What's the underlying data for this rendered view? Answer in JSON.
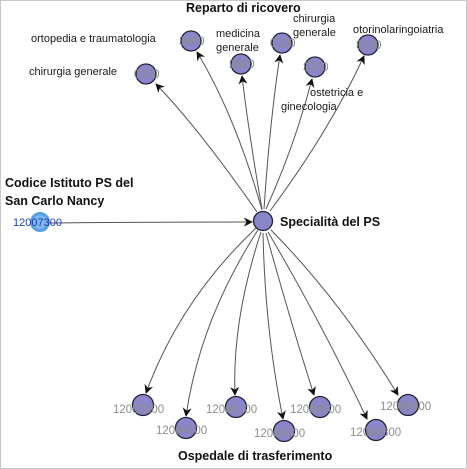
{
  "headers": {
    "top": "Reparto di ricovero",
    "source_line1": "Codice Istituto PS del",
    "source_line2": "San Carlo Nancy",
    "center": "Specialità del PS",
    "bottom": "Ospedale di trasferimento"
  },
  "source_code": "12007300",
  "wards": [
    {
      "label": "ortopedia e traumatologia",
      "code": "3600"
    },
    {
      "label": "chirurgia generale",
      "code": "0900"
    },
    {
      "label_line1": "medicina",
      "label_line2": "generale",
      "code": "2600"
    },
    {
      "label_line1": "chirurgia",
      "label_line2": "generale",
      "code": "0900"
    },
    {
      "label_line1": "ostetricia e",
      "label_line2": "ginecologia",
      "code": "3700"
    },
    {
      "label": "otorinolaringoiatria",
      "code": "3800"
    }
  ],
  "hospitals": [
    {
      "code": "12000300"
    },
    {
      "code": "12004600"
    },
    {
      "code": "12004100"
    },
    {
      "code": "12005600"
    },
    {
      "code": "12009300"
    },
    {
      "code": "12006800"
    },
    {
      "code": "12008400"
    }
  ],
  "colors": {
    "node_fill": "#8b86c9",
    "node_stroke": "#1f1f33",
    "source_fill": "#7fb6ee",
    "edge": "#555555"
  }
}
